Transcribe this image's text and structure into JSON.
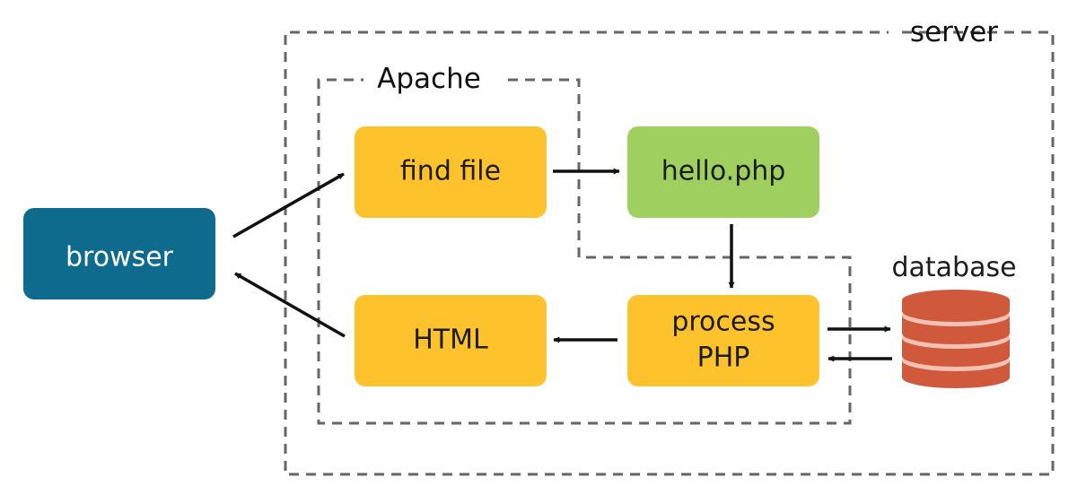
{
  "regions": {
    "server": {
      "label": "server"
    },
    "apache": {
      "label": "Apache"
    }
  },
  "nodes": {
    "browser": {
      "label": "browser"
    },
    "find_file": {
      "label": "find file"
    },
    "hello_php": {
      "label": "hello.php"
    },
    "process_php": {
      "label_line1": "process",
      "label_line2": "PHP"
    },
    "html": {
      "label": "HTML"
    },
    "database": {
      "label": "database"
    }
  },
  "colors": {
    "browser": "#0e6b8e",
    "step": "#fdc22c",
    "file": "#9fd05f",
    "database": "#d0593c",
    "database_band": "#f3c2b4",
    "border": "#666666",
    "arrow": "#111111",
    "node_text": "#1c1c1c",
    "browser_text": "#ffffff"
  }
}
